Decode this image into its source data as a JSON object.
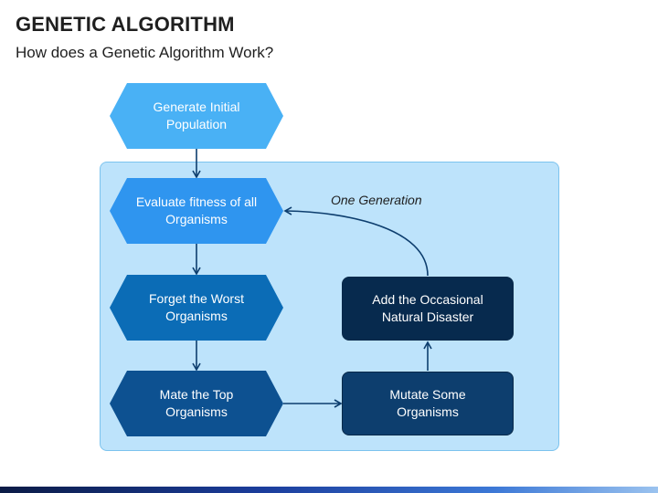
{
  "header": {
    "title": "GENETIC ALGORITHM",
    "subtitle": "How does a Genetic Algorithm Work?"
  },
  "flowchart": {
    "steps": [
      {
        "label": "Generate Initial Population",
        "shape": "hexagon",
        "color": "#49b1f5"
      },
      {
        "label": "Evaluate fitness of all Organisms",
        "shape": "hexagon",
        "color": "#2f95ef"
      },
      {
        "label": "Forget the Worst Organisms",
        "shape": "hexagon",
        "color": "#0b6cb6"
      },
      {
        "label": "Mate the Top Organisms",
        "shape": "hexagon",
        "color": "#0d5191"
      },
      {
        "label": "Mutate Some Organisms",
        "shape": "rounded-rectangle",
        "color": "#0d3e6e"
      },
      {
        "label": "Add the Occasional Natural Disaster",
        "shape": "rounded-rectangle",
        "color": "#072a4e"
      }
    ],
    "loop_label": "One Generation",
    "loop_panel_color": "#bde3fb",
    "arrow_color": "#0d3e6e"
  }
}
